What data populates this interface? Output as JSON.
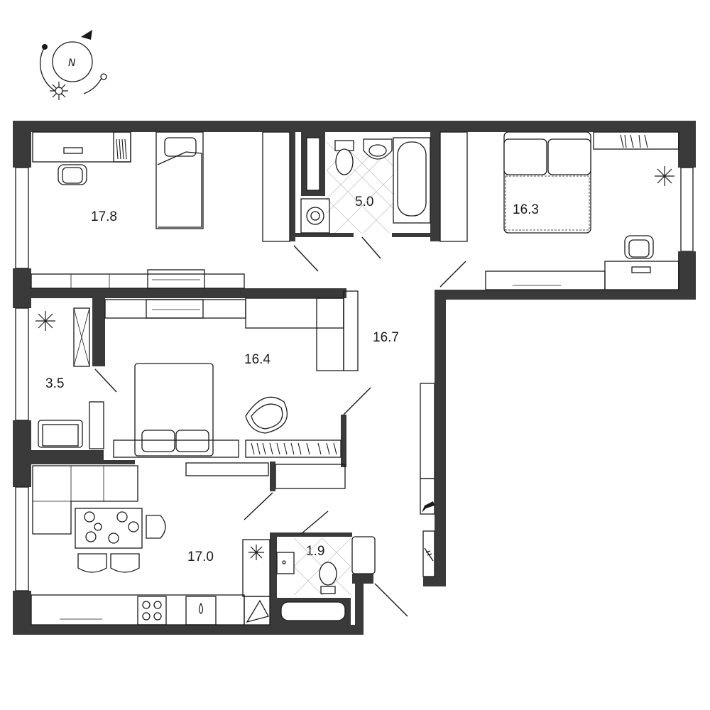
{
  "compass": {
    "letter": "N"
  },
  "rooms": [
    {
      "id": "bedroom-nw",
      "area": "17.8"
    },
    {
      "id": "bathroom",
      "area": "5.0"
    },
    {
      "id": "bedroom-ne",
      "area": "16.3"
    },
    {
      "id": "hall",
      "area": "16.7"
    },
    {
      "id": "bedroom-center",
      "area": "16.4"
    },
    {
      "id": "balcony",
      "area": "3.5"
    },
    {
      "id": "kitchen-living",
      "area": "17.0"
    },
    {
      "id": "toilet",
      "area": "1.9"
    }
  ],
  "colors": {
    "wall": "#3a3a3a",
    "line": "#1a1a1a",
    "background": "#ffffff",
    "tile": "#bdbdbd"
  }
}
